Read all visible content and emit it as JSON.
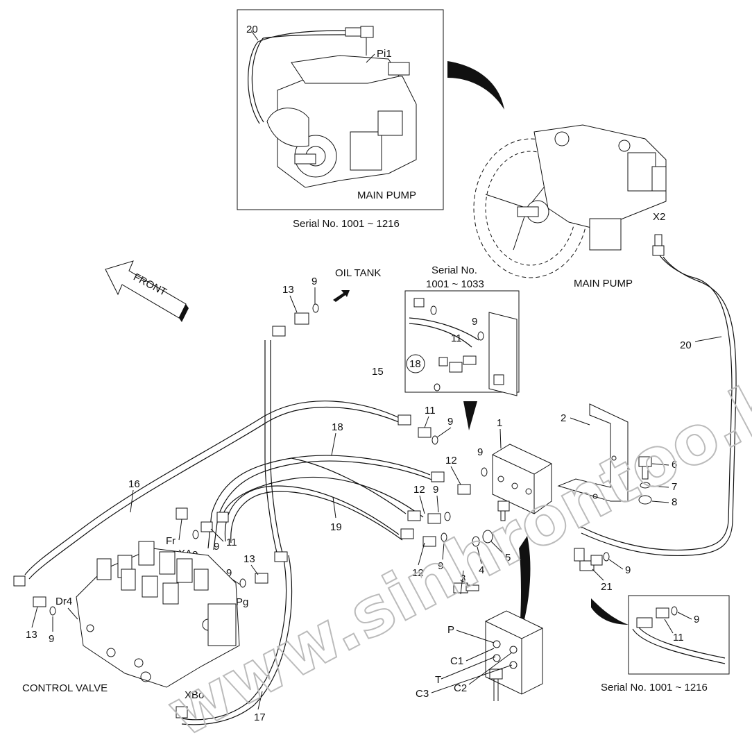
{
  "labels": {
    "n20_top": "20",
    "pi1": "Pi1",
    "main_pump_inset": "MAIN PUMP",
    "serial_top": "Serial No. 1001 ~ 1216",
    "front": "FRONT",
    "oil_tank": "OIL TANK",
    "n13_top": "13",
    "n9_top": "9",
    "serial_mid_1": "Serial No.",
    "serial_mid_2": "1001 ~ 1033",
    "n9_inset": "9",
    "n11_inset": "11",
    "n18_inset": "18",
    "n15": "15",
    "x2": "X2",
    "main_pump": "MAIN PUMP",
    "n20_right": "20",
    "n11_a": "11",
    "n9_a": "9",
    "n1": "1",
    "n2": "2",
    "n18": "18",
    "n16": "16",
    "n9_b": "9",
    "n12_a": "12",
    "n6": "6",
    "n7": "7",
    "n8": "8",
    "n12_b": "12",
    "n9_c": "9",
    "fr": "Fr",
    "n9_d": "9",
    "n11_b": "11",
    "xao": "XAo",
    "n19": "19",
    "n13_mid": "13",
    "n9_e": "9",
    "pg": "Pg",
    "n9_f": "9",
    "n5": "5",
    "n4": "4",
    "n3": "3",
    "n12_c": "12",
    "n9_g": "9",
    "n21": "21",
    "dr4": "Dr4",
    "n13_low": "13",
    "n9_low": "9",
    "p": "P",
    "c1": "C1",
    "t": "T",
    "c3": "C3",
    "c2": "C2",
    "n9_inset2": "9",
    "n11_inset2": "11",
    "control_valve": "CONTROL VALVE",
    "xbo": "XBo",
    "n17": "17",
    "serial_bottom": "Serial No. 1001 ~ 1216",
    "watermark": "www.sinhrontoo.kz"
  }
}
